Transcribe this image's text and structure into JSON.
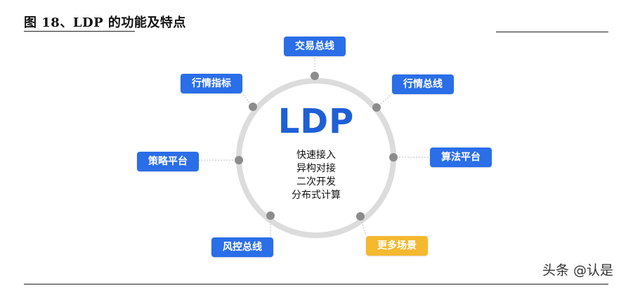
{
  "figure_title": "图 18、LDP 的功能及特点",
  "center": {
    "title": "LDP",
    "features": [
      "快速接入",
      "异构对接",
      "二次开发",
      "分布式计算"
    ]
  },
  "nodes": [
    {
      "label": "交易总线",
      "color": "#2a6ee8"
    },
    {
      "label": "行情总线",
      "color": "#2a6ee8"
    },
    {
      "label": "算法平台",
      "color": "#2a6ee8"
    },
    {
      "label": "更多场景",
      "color": "#f5b82e"
    },
    {
      "label": "风控总线",
      "color": "#2a6ee8"
    },
    {
      "label": "策略平台",
      "color": "#2a6ee8"
    },
    {
      "label": "行情指标",
      "color": "#2a6ee8"
    }
  ],
  "watermark": "头条 @认是",
  "colors": {
    "ring": "#dcdcdc",
    "dot": "#8c8c8c",
    "connector": "#bdbdbd",
    "primary": "#2a6ee8",
    "center_title": "#1f5fd6",
    "accent": "#f5b82e"
  }
}
